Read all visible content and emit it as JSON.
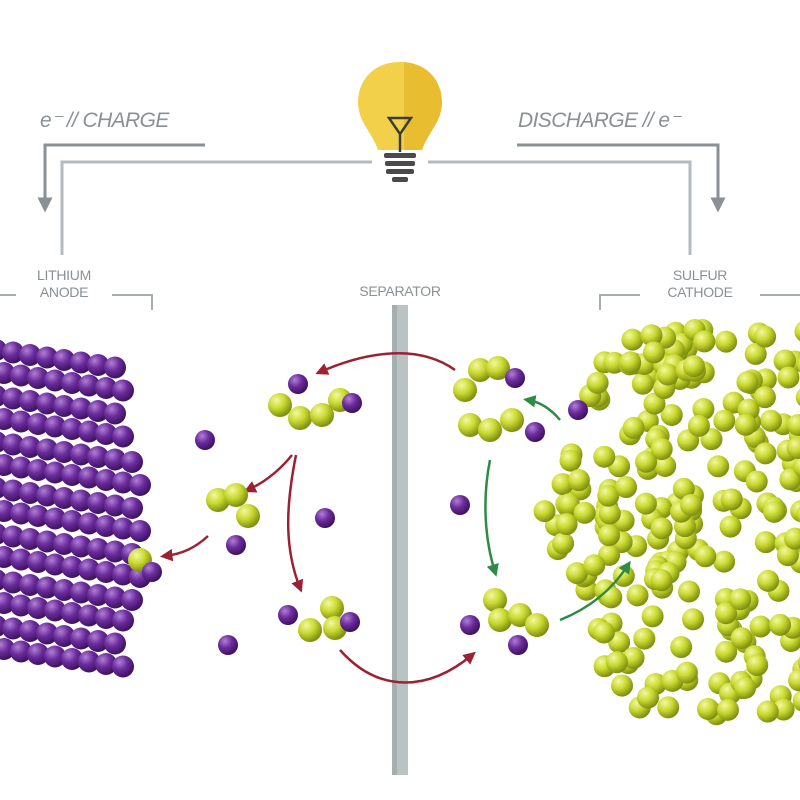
{
  "labels": {
    "charge": "e⁻ // CHARGE",
    "discharge": "DISCHARGE // e⁻",
    "anode_line1": "LITHIUM",
    "anode_line2": "ANODE",
    "separator": "SEPARATOR",
    "cathode_line1": "SULFUR",
    "cathode_line2": "CATHODE"
  },
  "colors": {
    "lithium": "#6b2c9c",
    "sulfur": "#c9d930",
    "charge_arrow": "#9b2233",
    "discharge_arrow": "#2e8b45",
    "wire": "#9aa0a3",
    "separator": "#b9c3c1",
    "bulb": "#f2d04a"
  }
}
